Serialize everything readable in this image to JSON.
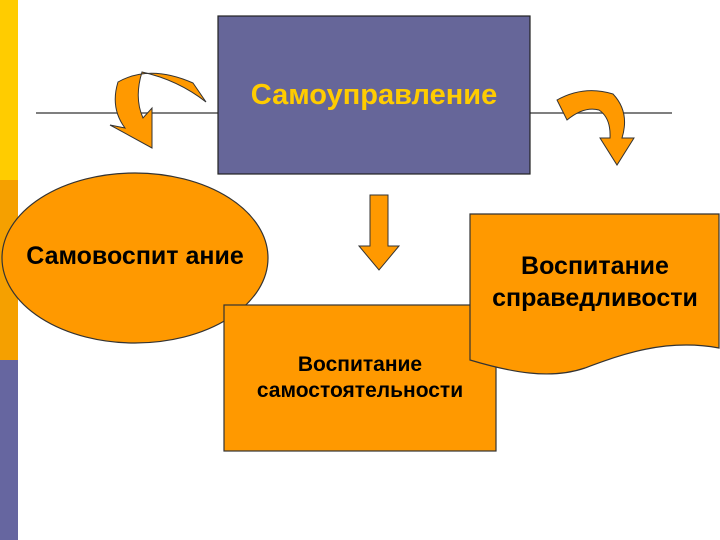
{
  "colors": {
    "title_box_fill": "#666699",
    "title_text": "#ffcc00",
    "shape_fill": "#ff9900",
    "arrow_fill": "#ff9900",
    "stripe_top": "#ffcc00",
    "stripe_middle": "#f5a000",
    "stripe_bottom": "#6666a0",
    "line": "#555555"
  },
  "nodes": {
    "title": "Самоуправление",
    "self_education": "Самовоспит ание",
    "independence": "Воспитание самостоятельности",
    "justice": "Воспитание справедливости"
  }
}
